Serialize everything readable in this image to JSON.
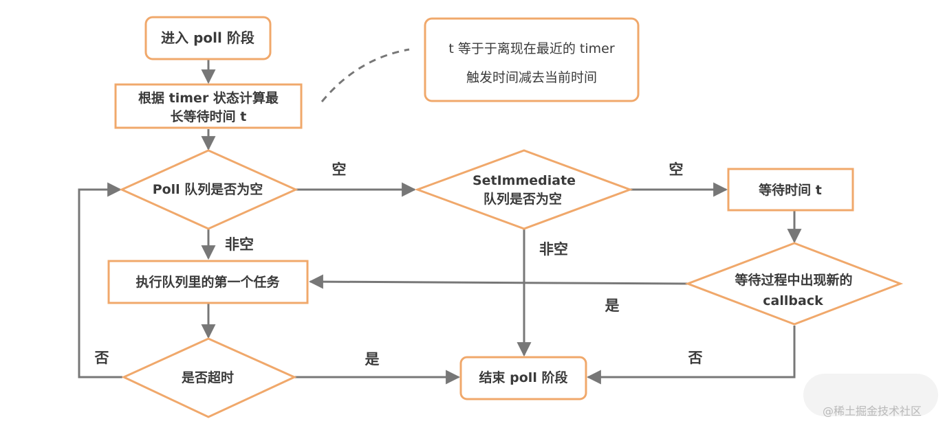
{
  "colors": {
    "node_border": "#F0A86B",
    "edge": "#777777",
    "text": "#3A3A3A",
    "note_dash": "#777777"
  },
  "nodes": {
    "enter_poll": "进入 poll 阶段",
    "compute_line1": "根据 timer 状态计算最",
    "compute_line2": "长等待时间 t",
    "poll_queue_empty": "Poll 队列是否为空",
    "setimmediate_line1": "SetImmediate",
    "setimmediate_line2": "队列是否为空",
    "wait_t": "等待时间 t",
    "execute_first": "执行队列里的第一个任务",
    "new_callback_line1": "等待过程中出现新的",
    "new_callback_line2": "callback",
    "is_timeout": "是否超时",
    "end_poll": "结束 poll 阶段"
  },
  "note": {
    "line1": "t 等于于离现在最近的 timer",
    "line2": "触发时间减去当前时间"
  },
  "edge_labels": {
    "poll_empty": "空",
    "set_empty": "空",
    "poll_not_empty": "非空",
    "set_not_empty": "非空",
    "callback_yes": "是",
    "callback_no": "否",
    "timeout_yes": "是",
    "timeout_no": "否"
  },
  "watermark": "@稀土掘金技术社区"
}
